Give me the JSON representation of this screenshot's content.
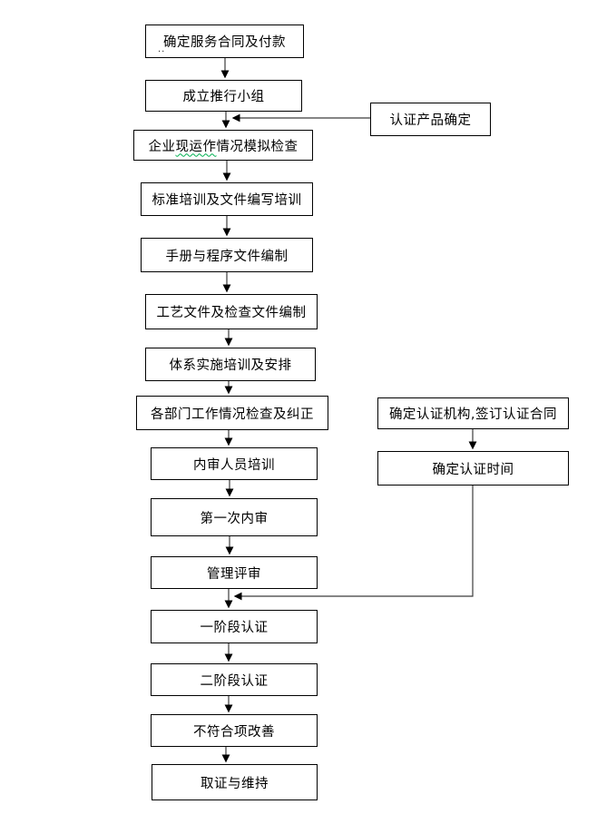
{
  "diagram": {
    "type": "flowchart",
    "background_color": "#ffffff",
    "box_border_color": "#000000",
    "connector_color": "#3c3c3c",
    "spellcheck_underline_color": "#00b050",
    "note_mark": "..",
    "nodes": {
      "n1": {
        "label": "确定服务合同及付款"
      },
      "n2": {
        "label": "成立推行小组"
      },
      "r1": {
        "label": "认证产品确定"
      },
      "n3": {
        "prefix": "企业",
        "underlined": "现运作",
        "suffix": "情况模拟检查"
      },
      "n4": {
        "label": "标准培训及文件编写培训"
      },
      "n5": {
        "label": "手册与程序文件编制"
      },
      "n6": {
        "label": "工艺文件及检查文件编制"
      },
      "n7": {
        "label": "体系实施培训及安排"
      },
      "n8": {
        "label": "各部门工作情况检查及纠正"
      },
      "r2": {
        "label": "确定认证机构,签订认证合同"
      },
      "r3": {
        "label": "确定认证时间"
      },
      "n9": {
        "label": "内审人员培训"
      },
      "n10": {
        "label": "第一次内审"
      },
      "n11": {
        "label": "管理评审"
      },
      "n12": {
        "label": "一阶段认证"
      },
      "n13": {
        "label": "二阶段认证"
      },
      "n14": {
        "label": "不符合项改善"
      },
      "n15": {
        "label": "取证与维持"
      }
    },
    "edges": [
      {
        "from": "n1",
        "to": "n2"
      },
      {
        "from": "n2",
        "to": "n3"
      },
      {
        "from": "r1",
        "to": "n2-n3-junction"
      },
      {
        "from": "n3",
        "to": "n4"
      },
      {
        "from": "n4",
        "to": "n5"
      },
      {
        "from": "n5",
        "to": "n6"
      },
      {
        "from": "n6",
        "to": "n7"
      },
      {
        "from": "n7",
        "to": "n8"
      },
      {
        "from": "n8",
        "to": "n9"
      },
      {
        "from": "r2",
        "to": "r3"
      },
      {
        "from": "n9",
        "to": "n10"
      },
      {
        "from": "n10",
        "to": "n11"
      },
      {
        "from": "n11",
        "to": "n12"
      },
      {
        "from": "r3",
        "to": "n11-n12-junction"
      },
      {
        "from": "n12",
        "to": "n13"
      },
      {
        "from": "n13",
        "to": "n14"
      },
      {
        "from": "n14",
        "to": "n15"
      }
    ]
  }
}
